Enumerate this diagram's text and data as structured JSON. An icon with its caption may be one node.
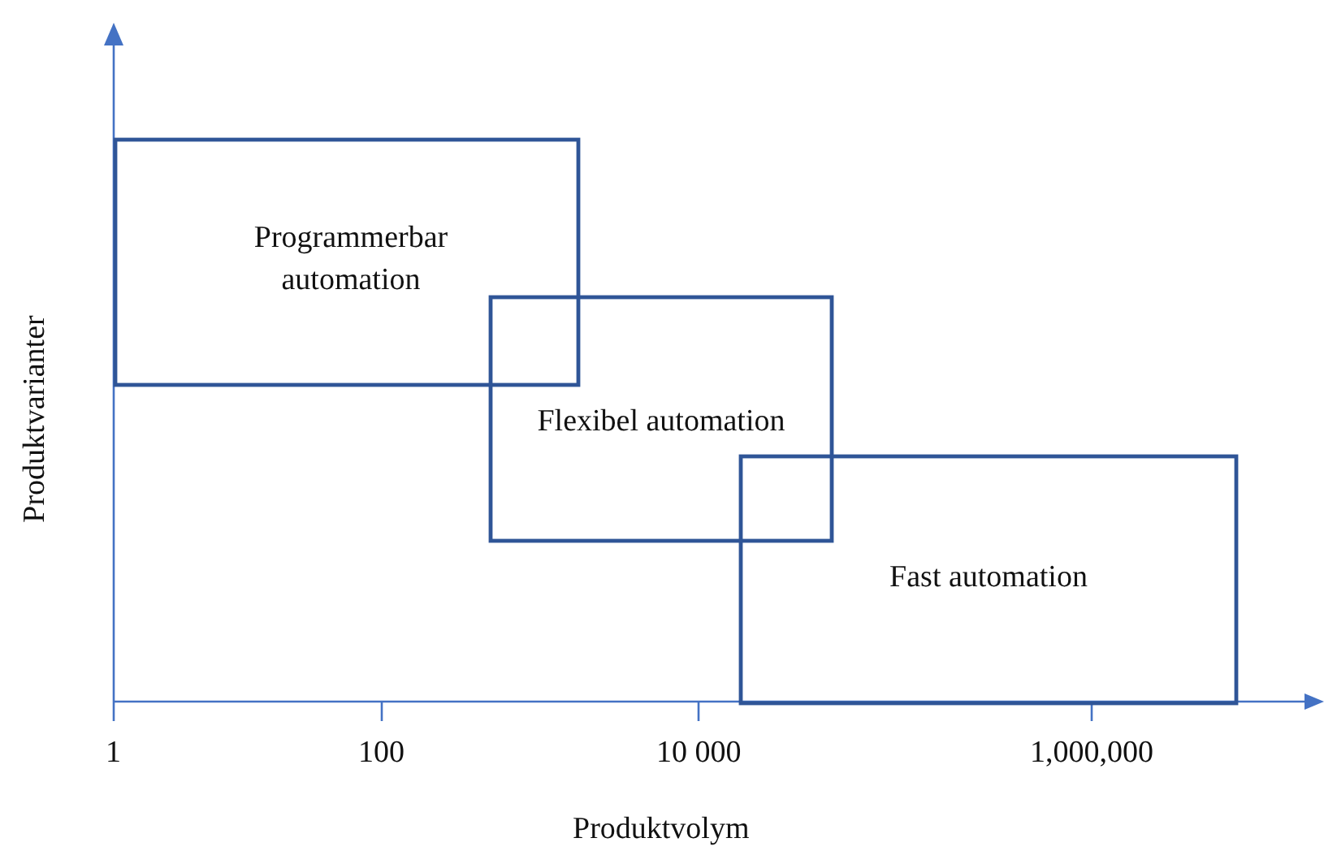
{
  "diagram": {
    "nodes": [
      {
        "text": [
          "Programmerbar automation"
        ]
      },
      {
        "text": [
          "Flexibel automation"
        ]
      },
      {
        "text": [
          "Fast automation"
        ]
      }
    ],
    "labels": [
      "Produktvarianter",
      "1",
      "100",
      "10 000",
      "1,000,000",
      "Produktvolym"
    ]
  }
}
